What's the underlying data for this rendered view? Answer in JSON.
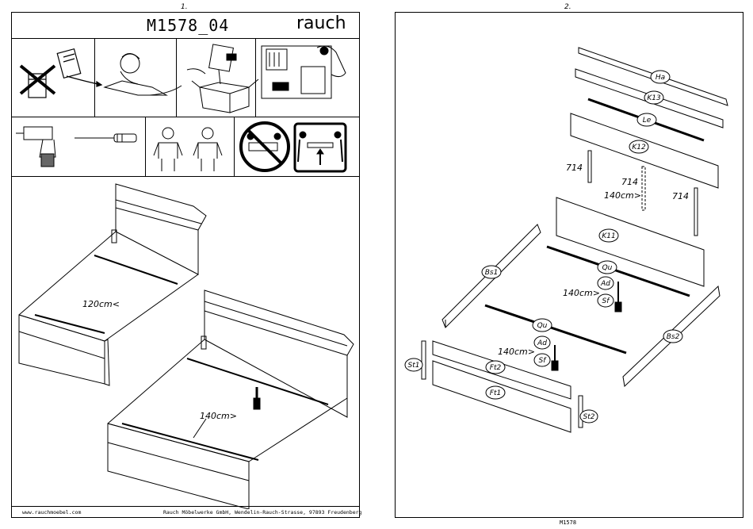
{
  "left_page": {
    "page_number": "1.",
    "model": "M1578_04",
    "brand": "rauch",
    "footer_left": "www.rauchmoebel.com",
    "footer_right": "Rauch Möbelwerke GmbH, Wendelin-Rauch-Strasse, 97893 Freudenberg",
    "labels": {
      "small_bed_width": "120cm<",
      "large_bed_width": "140cm>"
    }
  },
  "right_page": {
    "page_number": "2.",
    "footer": "M1578",
    "parts": {
      "ha": "Ha",
      "k13": "K13",
      "le": "Le",
      "k12": "K12",
      "k11": "K11",
      "qu_top": "Qu",
      "ad_top": "Ad",
      "sf_top": "Sf",
      "qu_bottom": "Qu",
      "ad_bottom": "Ad",
      "sf_bottom": "Sf",
      "bs1": "Bs1",
      "bs2": "Bs2",
      "ft2": "Ft2",
      "ft1": "Ft1",
      "st1": "St1",
      "st2": "St2"
    },
    "labels": {
      "fitting_a": "714",
      "fitting_b": "714",
      "fitting_c": "714",
      "width_top": "140cm>",
      "width_mid": "140cm>",
      "width_bottom": "140cm>"
    }
  }
}
